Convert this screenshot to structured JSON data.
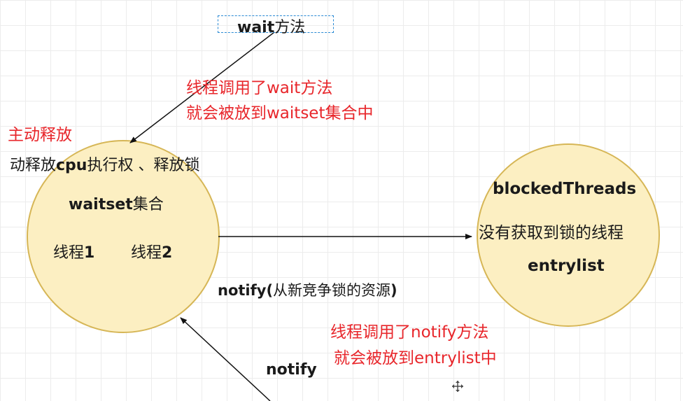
{
  "wait_node": {
    "bold": "wait",
    "rest": "方法"
  },
  "note_wait": {
    "line1": "线程调用了wait方法",
    "line2": "就会被放到waitset集合中"
  },
  "label_active_release": "主动释放",
  "caption_release": {
    "part1": "动释放",
    "bold": "cpu",
    "part2": "执行权 、释放锁"
  },
  "waitset_circle": {
    "title_bold": "waitset",
    "title_rest": "集合",
    "thread1": {
      "text": "线程",
      "num": "1"
    },
    "thread2": {
      "text": "线程",
      "num": "2"
    }
  },
  "blocked_circle": {
    "title": "blockedThreads",
    "desc": "没有获取到锁的线程",
    "name": "entrylist"
  },
  "edge_notify_label": {
    "bold1": "notify(",
    "rest": "从新竞争锁的资源",
    "bold2": ")"
  },
  "note_notify": {
    "line1": "线程调用了notify方法",
    "line2": "就会被放到entrylist中"
  },
  "notify_label": "notify",
  "colors": {
    "circle_fill": "#fcefc2",
    "circle_stroke": "#d6b656",
    "note_red": "#e8262b",
    "selection_dash": "#2a8ad4"
  }
}
